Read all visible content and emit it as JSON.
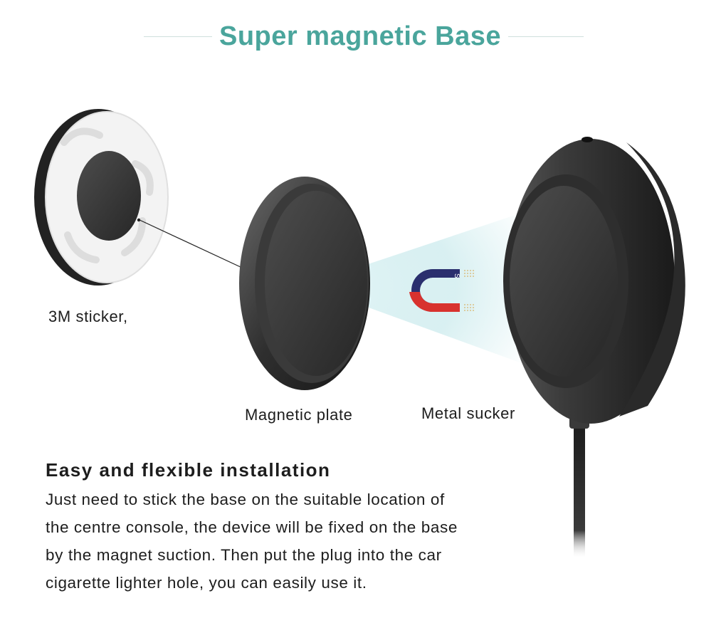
{
  "header": {
    "title": "Super magnetic Base"
  },
  "captions": {
    "sticker": "3M sticker,",
    "plate": "Magnetic plate",
    "sucker": "Metal sucker"
  },
  "magnet": {
    "south_letter": "S",
    "north_color": "#d8322e",
    "south_color": "#2a2f6e"
  },
  "install": {
    "heading": "Easy and flexible installation",
    "lines": [
      "Just need to stick the base on the suitable location of",
      "the centre console, the device will be fixed on the base",
      "by the magnet suction. Then put the plug into the car",
      "cigarette lighter hole, you can easily use it."
    ]
  },
  "colors": {
    "accent": "#4aa59c",
    "text": "#1d1d1d",
    "glow": "#bfe6e9"
  },
  "icons": [
    "sticker-disc-icon",
    "magnetic-plate-icon",
    "magnet-icon",
    "metal-sucker-icon"
  ]
}
